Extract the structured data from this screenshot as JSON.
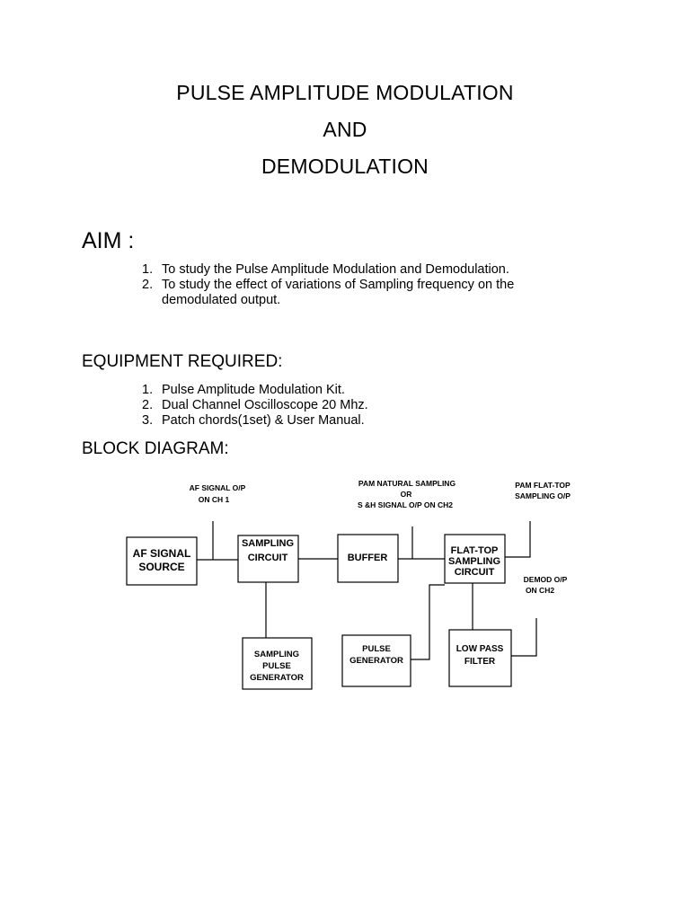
{
  "title": {
    "line1": "PULSE AMPLITUDE MODULATION",
    "line2": "AND",
    "line3": "DEMODULATION"
  },
  "aim": {
    "heading": "AIM :",
    "items": [
      {
        "num": "1.",
        "text": "To study the Pulse Amplitude Modulation and Demodulation."
      },
      {
        "num": "2.",
        "text": "To study the effect of variations of Sampling frequency on the",
        "text2": "demodulated output."
      }
    ]
  },
  "equipment": {
    "heading": "EQUIPMENT REQUIRED:",
    "items": [
      {
        "num": "1.",
        "text": "Pulse Amplitude Modulation Kit."
      },
      {
        "num": "2.",
        "text": "Dual Channel Oscilloscope 20 Mhz."
      },
      {
        "num": "3.",
        "text": "Patch chords(1set) & User Manual."
      }
    ]
  },
  "block_diagram": {
    "heading": "BLOCK DIAGRAM:",
    "blocks": {
      "af_source": [
        "AF SIGNAL",
        "SOURCE"
      ],
      "sampling_circuit": [
        "SAMPLING",
        "CIRCUIT"
      ],
      "buffer": [
        "BUFFER"
      ],
      "flat_top": [
        "FLAT-TOP",
        "SAMPLING",
        "CIRCUIT"
      ],
      "sampling_pulse_gen": [
        "SAMPLING",
        "PULSE",
        "GENERATOR"
      ],
      "pulse_gen": [
        "PULSE",
        "GENERATOR"
      ],
      "low_pass": [
        "LOW PASS",
        "FILTER"
      ]
    },
    "annotations": {
      "af_out": [
        "AF SIGNAL O/P",
        "ON CH 1"
      ],
      "pam_natural": [
        "PAM NATURAL SAMPLING",
        "OR",
        "S &H SIGNAL O/P ON CH2"
      ],
      "pam_flat": [
        "PAM FLAT-TOP",
        "SAMPLING O/P"
      ],
      "demod": [
        "DEMOD O/P",
        "ON CH2"
      ]
    }
  }
}
